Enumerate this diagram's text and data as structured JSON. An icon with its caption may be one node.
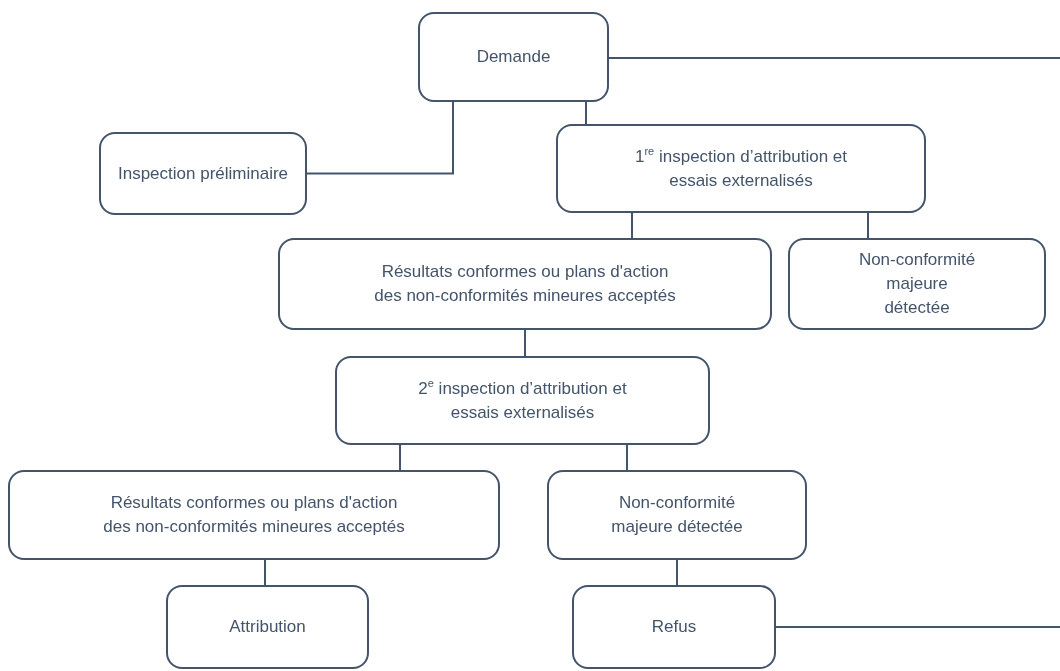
{
  "diagram": {
    "nodes": [
      {
        "text": [
          "Demande"
        ]
      },
      {
        "text": [
          "Inspection préliminaire"
        ]
      },
      {
        "text": [
          "1$^{re}$ inspection d’attribution et essais externalisés"
        ]
      },
      {
        "text": [
          "Résultats conformes ou plans d'action des non-conformités mineures acceptés"
        ]
      },
      {
        "text": [
          "Non-conformité majeure détectée"
        ]
      },
      {
        "text": [
          "2$^{e}$ inspection d’attribution et essais externalisés"
        ]
      },
      {
        "text": [
          "Résultats conformes ou plans d'action des non-conformités mineures acceptés"
        ]
      },
      {
        "text": [
          "Non-conformité majeure détectée"
        ]
      },
      {
        "text": [
          "Attribution"
        ]
      },
      {
        "text": [
          "Refus"
        ]
      }
    ],
    "edges": [
      {
        "from": 0,
        "to": 1,
        "arrow": "none"
      },
      {
        "from": 0,
        "to": 2,
        "arrow": "none"
      },
      {
        "from": 0,
        "to": null,
        "arrow": "none"
      },
      {
        "from": 2,
        "to": 3,
        "arrow": "none"
      },
      {
        "from": 2,
        "to": 4,
        "arrow": "none"
      },
      {
        "from": 3,
        "to": 5,
        "arrow": "none"
      },
      {
        "from": 5,
        "to": 6,
        "arrow": "none"
      },
      {
        "from": 5,
        "to": 7,
        "arrow": "none"
      },
      {
        "from": 6,
        "to": 8,
        "arrow": "none"
      },
      {
        "from": 7,
        "to": 9,
        "arrow": "none"
      },
      {
        "from": 9,
        "to": null,
        "arrow": "none"
      }
    ]
  }
}
